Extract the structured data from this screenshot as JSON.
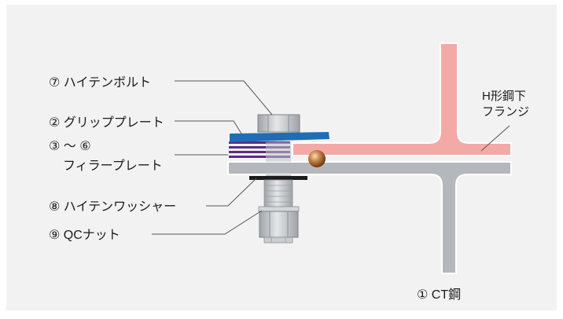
{
  "labels": {
    "bolt": "⑦ ハイテンボルト",
    "grip_plate": "② グリッププレート",
    "filler_number": "③ ～ ⑥",
    "filler_name": "フィラープレート",
    "washer": "⑧ ハイテンワッシャー",
    "nut": "⑨ QCナット",
    "flange_line1": "H形鋼下",
    "flange_line2": "フランジ",
    "ct": "① CT鋼"
  },
  "colors": {
    "background": "#f2f2f2",
    "ct_steel": "#b4b8bd",
    "h_beam": "#f3aaa6",
    "grip_plate": "#1f6db5",
    "filler_plate": "#5a2d84",
    "bolt_metal": "#c2c5c9",
    "washer": "#1b1b1b",
    "weld_bead": "#b86b2e",
    "leader_line": "#555555"
  }
}
